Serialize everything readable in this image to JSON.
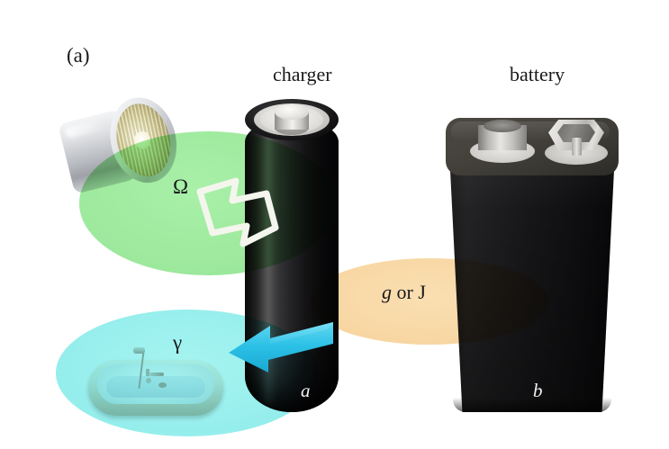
{
  "figure": {
    "panel_label": "(a)",
    "background_color": "#ffffff",
    "caption_style": "serif-latex"
  },
  "headers": {
    "left": "charger",
    "right": "battery"
  },
  "body_labels": {
    "charger_subsystem": "a",
    "battery_subsystem": "b"
  },
  "annotations": {
    "omega": {
      "symbol": "Ω",
      "region_color": "#9de99d",
      "region_name": "green-ellipse",
      "icon": "white-outlined-arrow-down-right",
      "object": "flashlight-lamp-head"
    },
    "gamma": {
      "symbol": "γ",
      "region_color": "#96eeec",
      "region_name": "cyan-ellipse",
      "icon": "cyan-arrow-left",
      "object": "bathtub"
    },
    "coupling": {
      "text_italic": "g",
      "text_conj": "or",
      "text_roman": "J",
      "region_color": "#f8d6a2",
      "region_name": "orange-ellipse"
    }
  },
  "objects": {
    "charger_cell": {
      "name": "aa-cylindrical-battery",
      "body_color": "#161618",
      "terminal_color": "#e4e2de"
    },
    "battery_block": {
      "name": "nine-volt-battery",
      "body_color": "#131315",
      "top_color": "#46433d",
      "terminals": [
        "round-female-snap",
        "hexagonal-male-snap"
      ]
    }
  },
  "colors": {
    "green_light": "#9de99d",
    "green_dark": "#1a8a1a",
    "cyan_light": "#96eeec",
    "orange_light": "#f8d6a2",
    "orange_dark": "#6b4a15",
    "arrow_cyan": "#30c4e8",
    "arrow_outline": "#f2f4ec",
    "text": "#1a1a1a",
    "on_body_text": "#f2f2f2"
  }
}
